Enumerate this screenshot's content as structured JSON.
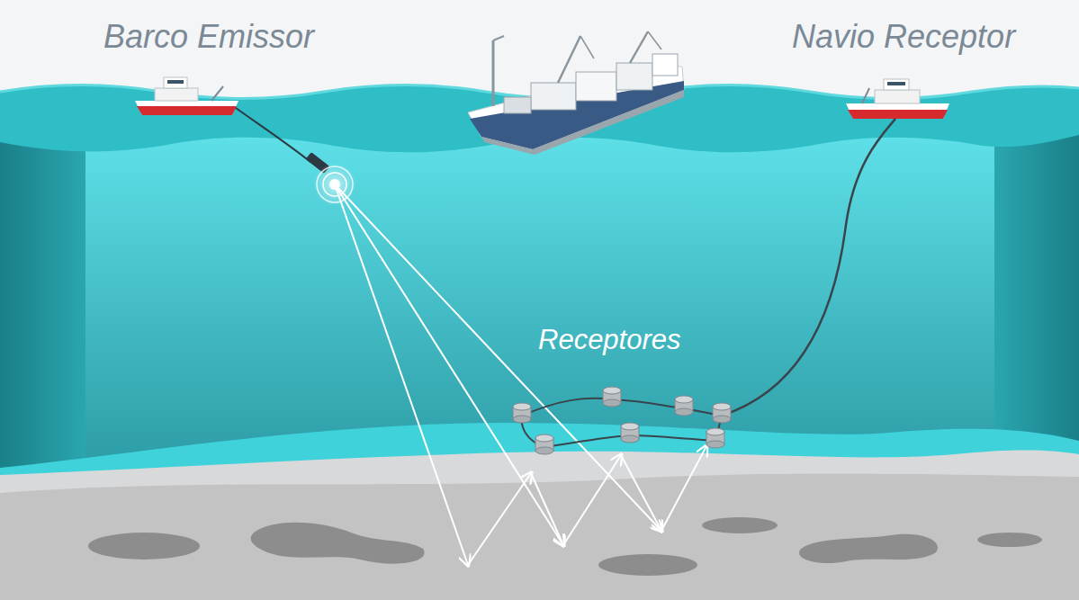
{
  "diagram": {
    "labels": [
      "Barco Emissor",
      "Navio Receptor",
      "Receptores"
    ]
  }
}
